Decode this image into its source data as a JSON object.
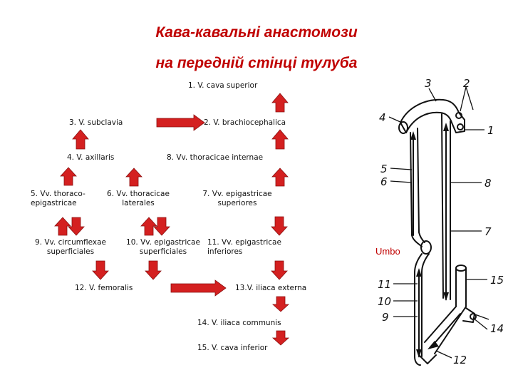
{
  "title": {
    "line1": "Кава-кавальні анастомози",
    "line2": "на передній стінці тулуба"
  },
  "labels": {
    "n1": "1. V. cava superior",
    "n2": "2. V. brachiocephalica",
    "n3": "3. V. subclavia",
    "n4": "4. V. axillaris",
    "n5a": "5. Vv. thoraco-",
    "n5b": "epigastricae",
    "n6a": "6. Vv. thoracicae",
    "n6b": "laterales",
    "n7a": "7. Vv. epigastricae",
    "n7b": "superiores",
    "n8": "8. Vv. thoracicae internae",
    "n9a": "9. Vv. circumflexae",
    "n9b": "superficiales",
    "n10a": "10. Vv. epigastricae",
    "n10b": "superficiales",
    "n11a": "11. Vv. epigastricae",
    "n11b": "inferiores",
    "n12": "12. V. femoralis",
    "n13": "13.V. iliaca externa",
    "n14": "14. V. iliaca communis",
    "n15": "15. V. cava inferior"
  },
  "figure": {
    "umbo_label": "Umbo",
    "numbers": [
      "1",
      "2",
      "3",
      "4",
      "5",
      "6",
      "7",
      "8",
      "9",
      "10",
      "11",
      "12",
      "14",
      "15"
    ]
  },
  "colors": {
    "title": "#c00000",
    "arrow_fill": "#d42020",
    "arrow_stroke": "#8a1010"
  }
}
